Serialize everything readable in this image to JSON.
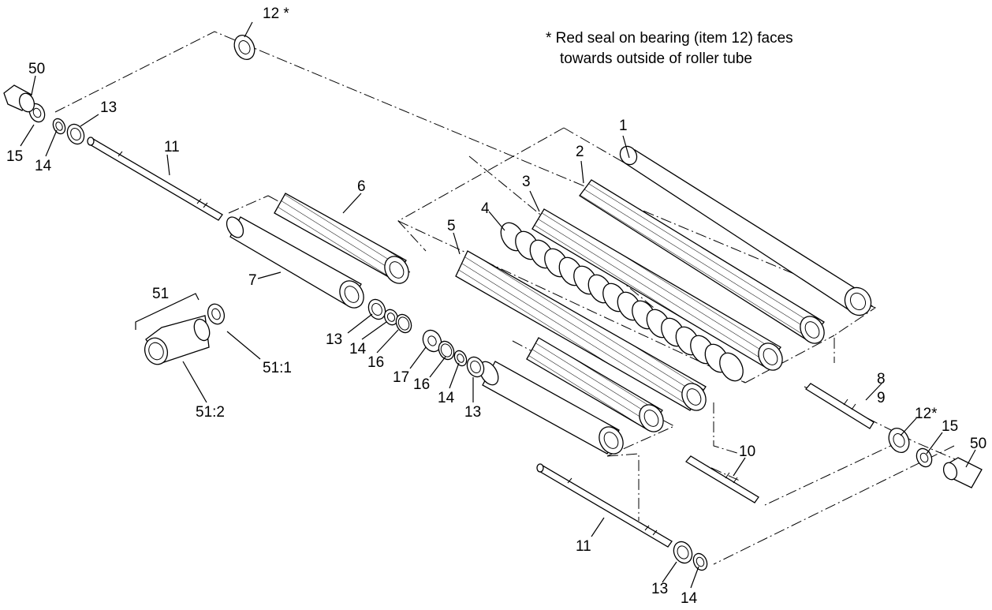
{
  "note": {
    "line1": "* Red seal on bearing (item 12) faces",
    "line2": "towards outside of roller tube"
  },
  "callouts": {
    "c1": "1",
    "c2": "2",
    "c3": "3",
    "c4": "4",
    "c5": "5",
    "c6": "6",
    "c7": "7",
    "c8": "8",
    "c9": "9",
    "c10": "10",
    "c11a": "11",
    "c11b": "11",
    "c12a": "12 *",
    "c12b": "12*",
    "c13a": "13",
    "c13b": "13",
    "c13c": "13",
    "c13d": "13",
    "c14a": "14",
    "c14b": "14",
    "c14c": "14",
    "c14d": "14",
    "c15a": "15",
    "c15b": "15",
    "c16a": "16",
    "c16b": "16",
    "c17": "17",
    "c50a": "50",
    "c50b": "50",
    "c51": "51",
    "c51_1": "51:1",
    "c51_2": "51:2"
  }
}
